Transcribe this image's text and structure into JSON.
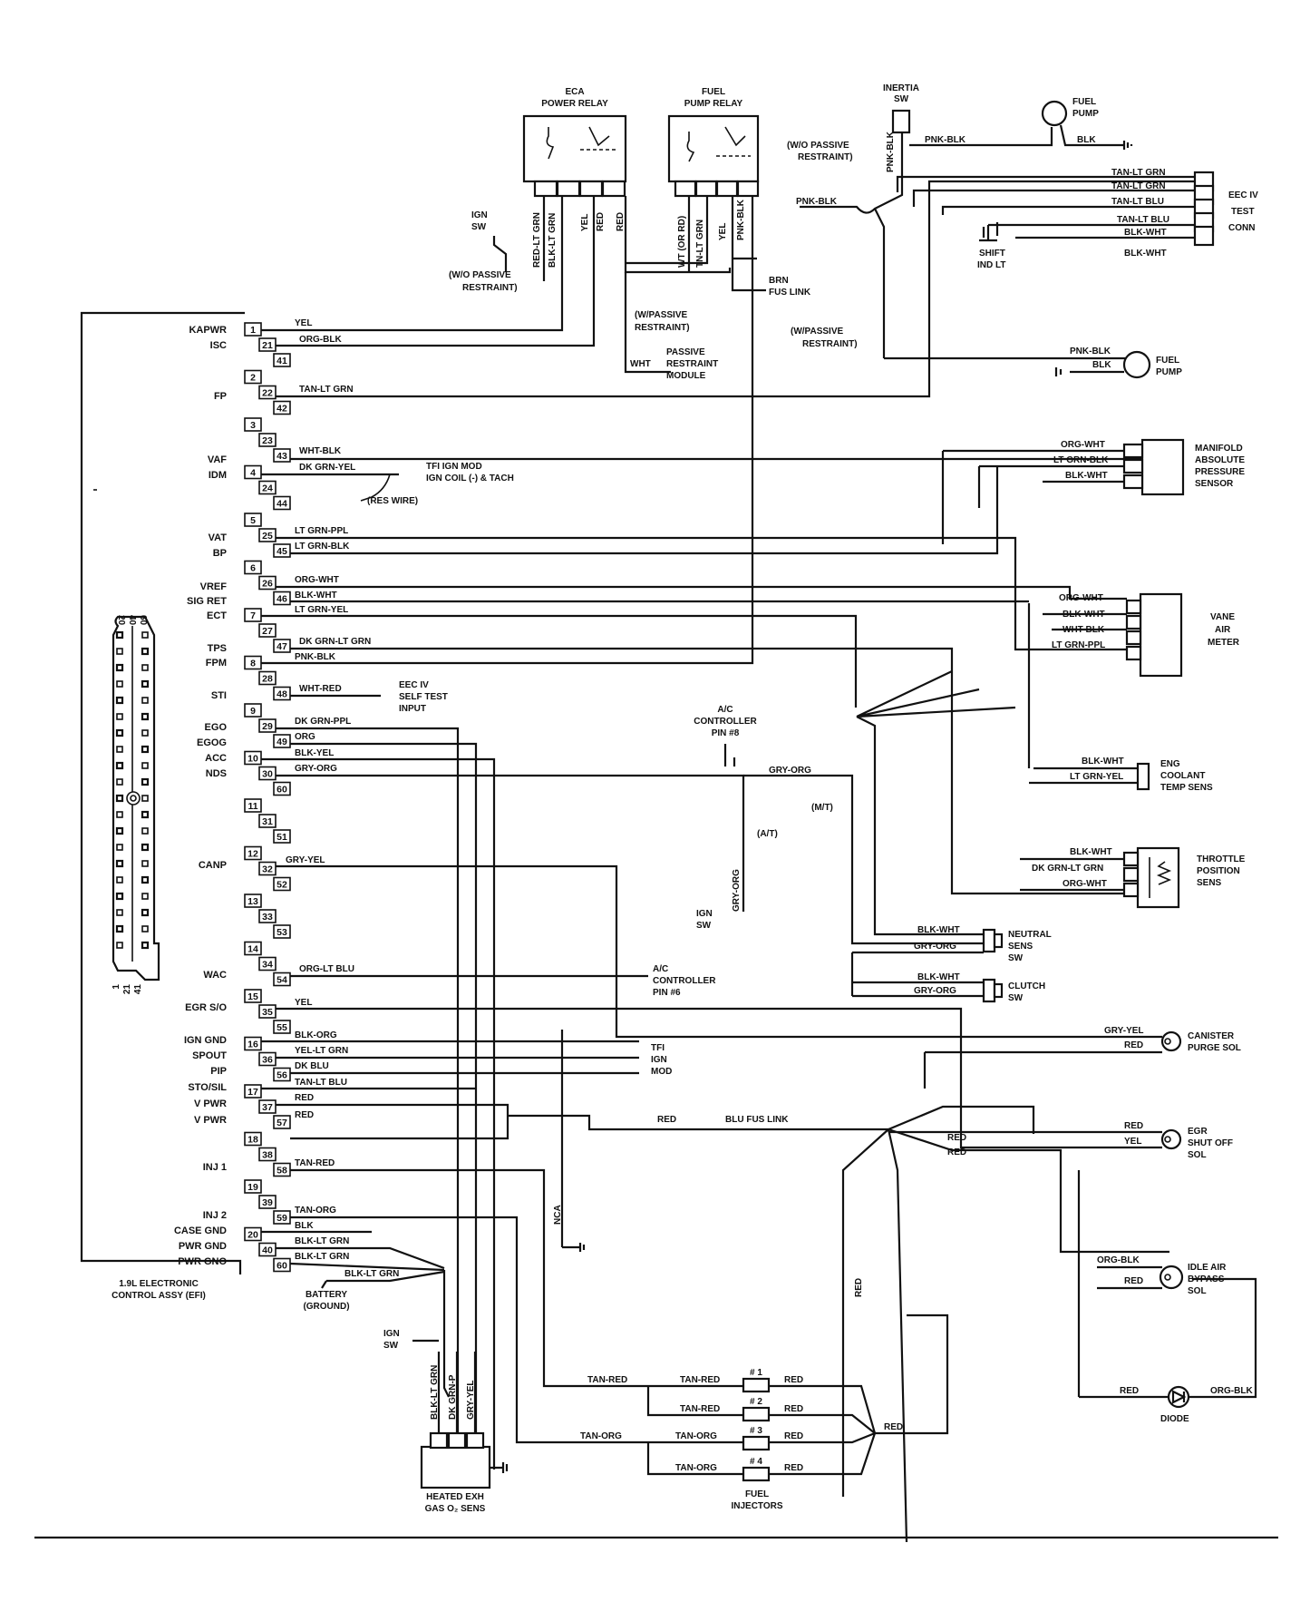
{
  "left_labels": {
    "kapwr": "KAPWR",
    "isc": "ISC",
    "fp": "FP",
    "vaf": "VAF",
    "idm": "IDM",
    "vat": "VAT",
    "bp": "BP",
    "vref": "VREF",
    "sigret": "SIG RET",
    "ect": "ECT",
    "tps": "TPS",
    "fpm": "FPM",
    "sti": "STI",
    "ego": "EGO",
    "egog": "EGOG",
    "acc": "ACC",
    "nds": "NDS",
    "canp": "CANP",
    "wac": "WAC",
    "egrso": "EGR S/O",
    "igngnd": "IGN GND",
    "spout": "SPOUT",
    "pip": "PIP",
    "stosil": "STO/SIL",
    "vpwr1": "V PWR",
    "vpwr2": "V PWR",
    "inj1": "INJ 1",
    "inj2": "INJ 2",
    "casegnd": "CASE GND",
    "pwrgnd": "PWR GND",
    "pwrgno": "PWR GNO"
  },
  "pins": [
    "1",
    "21",
    "41",
    "2",
    "22",
    "42",
    "3",
    "23",
    "43",
    "4",
    "24",
    "44",
    "5",
    "25",
    "45",
    "6",
    "26",
    "46",
    "7",
    "27",
    "47",
    "8",
    "28",
    "48",
    "9",
    "29",
    "49",
    "10",
    "30",
    "60",
    "11",
    "31",
    "51",
    "12",
    "32",
    "52",
    "13",
    "33",
    "53",
    "14",
    "34",
    "54",
    "15",
    "35",
    "55",
    "16",
    "36",
    "56",
    "17",
    "37",
    "57",
    "18",
    "38",
    "58",
    "19",
    "39",
    "59",
    "20",
    "40",
    "60"
  ],
  "wires": {
    "w1": "YEL",
    "w21": "ORG-BLK",
    "w22": "TAN-LT GRN",
    "w43": "WHT-BLK",
    "w4": "DK GRN-YEL",
    "w25": "LT GRN-PPL",
    "w45": "LT GRN-BLK",
    "w26": "ORG-WHT",
    "w46": "BLK-WHT",
    "w7": "LT GRN-YEL",
    "w47": "DK GRN-LT GRN",
    "w8": "PNK-BLK",
    "w48": "WHT-RED",
    "w29": "DK GRN-PPL",
    "w49": "ORG",
    "w10": "BLK-YEL",
    "w30": "GRY-ORG",
    "w32": "GRY-YEL",
    "w54": "ORG-LT BLU",
    "w35": "YEL",
    "w16": "BLK-ORG",
    "w36": "YEL-LT GRN",
    "w56": "DK BLU",
    "w17": "TAN-LT BLU",
    "w37": "RED",
    "w57": "RED",
    "w58": "TAN-RED",
    "w59": "TAN-ORG",
    "w20": "BLK",
    "w40": "BLK-LT GRN",
    "w60": "BLK-LT GRN",
    "wbat": "BLK-LT GRN"
  },
  "components": {
    "eca_relay": [
      "ECA",
      "POWER RELAY"
    ],
    "fuel_relay": [
      "FUEL",
      "PUMP RELAY"
    ],
    "inertia": [
      "INERTIA",
      "SW"
    ],
    "fuel_pump_top": [
      "FUEL",
      "PUMP"
    ],
    "eec_test": [
      "EEC IV",
      "TEST",
      "CONN"
    ],
    "shift_ind": [
      "SHIFT",
      "IND LT"
    ],
    "ign_sw": [
      "IGN",
      "SW"
    ],
    "wo_passive_1": [
      "(W/O PASSIVE",
      "RESTRAINT)"
    ],
    "wo_passive_2": [
      "(W/O PASSIVE",
      "RESTRAINT)"
    ],
    "w_passive_1": [
      "(W/PASSIVE",
      "RESTRAINT)"
    ],
    "w_passive_2": [
      "(W/PASSIVE",
      "RESTRAINT)"
    ],
    "passive_module": [
      "PASSIVE",
      "RESTRAINT",
      "MODULE"
    ],
    "brn_fus": [
      "BRN",
      "FUS LINK"
    ],
    "fuel_pump_2": [
      "FUEL",
      "PUMP"
    ],
    "map": [
      "MANIFOLD",
      "ABSOLUTE",
      "PRESSURE",
      "SENSOR"
    ],
    "tfi_coil": [
      "TFI IGN MOD",
      "IGN COIL (-) & TACH"
    ],
    "res_wire": "(RES WIRE)",
    "vane": [
      "VANE",
      "AIR",
      "METER"
    ],
    "self_test": [
      "EEC IV",
      "SELF TEST",
      "INPUT"
    ],
    "ac_pin8": [
      "A/C",
      "CONTROLLER",
      "PIN #8"
    ],
    "eng_coolant": [
      "ENG",
      "COOLANT",
      "TEMP SENS"
    ],
    "mt": "(M/T)",
    "at": "(A/T)",
    "ign_sw_mid": [
      "IGN",
      "SW"
    ],
    "tps": [
      "THROTTLE",
      "POSITION",
      "SENS"
    ],
    "neutral": [
      "NEUTRAL",
      "SENS",
      "SW"
    ],
    "clutch": [
      "CLUTCH",
      "SW"
    ],
    "ac_pin6": [
      "A/C",
      "CONTROLLER",
      "PIN #6"
    ],
    "canister": [
      "CANISTER",
      "PURGE SOL"
    ],
    "tfi_mod": [
      "TFI",
      "IGN",
      "MOD"
    ],
    "blu_fus": "BLU FUS LINK",
    "egr_shut": [
      "EGR",
      "SHUT OFF",
      "SOL"
    ],
    "nca": "NCA",
    "idle_air": [
      "IDLE AIR",
      "BYPASS",
      "SOL"
    ],
    "ecu": [
      "1.9L ELECTRONIC",
      "CONTROL ASSY (EFI)"
    ],
    "battery": [
      "BATTERY",
      "(GROUND)"
    ],
    "ign_sw_bot": [
      "IGN",
      "SW"
    ],
    "diode": "DIODE",
    "heated_exh": [
      "HEATED EXH",
      "GAS O₂ SENS"
    ],
    "fuel_inj": [
      "FUEL",
      "INJECTORS"
    ]
  },
  "misc": {
    "red": "RED",
    "yel": "YEL",
    "blk": "BLK",
    "wht": "WHT",
    "pnk_blk": "PNK-BLK",
    "tan_ltgrn": "TAN-LT GRN",
    "tan_ltblu": "TAN-LT BLU",
    "blk_wht": "BLK-WHT",
    "org_wht": "ORG-WHT",
    "ltgrn_blk": "LT GRN-BLK",
    "wht_blk": "WHT-BLK",
    "ltgrn_ppl": "LT GRN-PPL",
    "ltgrn_yel": "LT GRN-YEL",
    "dkgrn_ltgrn": "DK GRN-LT GRN",
    "gry_org": "GRY-ORG",
    "gry_yel": "GRY-YEL",
    "org_blk": "ORG-BLK",
    "tan_red": "TAN-RED",
    "tan_org": "TAN-ORG",
    "red_ltgrn": "RED-LT GRN",
    "blk_ltgrn": "BLK-LT GRN",
    "wt_or_rd": "WT (OR RD)",
    "tn_ltgrn": "TN-LT GRN",
    "blk_ltgrn_v": "BLK-LT GRN",
    "dk_grn_p": "DK GRN-P",
    "gry_yel_v": "GRY-YEL",
    "inj1": "# 1",
    "inj2": "# 2",
    "inj3": "# 3",
    "inj4": "# 4",
    "pin_nums": [
      "20",
      "40",
      "60"
    ],
    "pin_nums_b": [
      "1",
      "21",
      "41"
    ]
  }
}
